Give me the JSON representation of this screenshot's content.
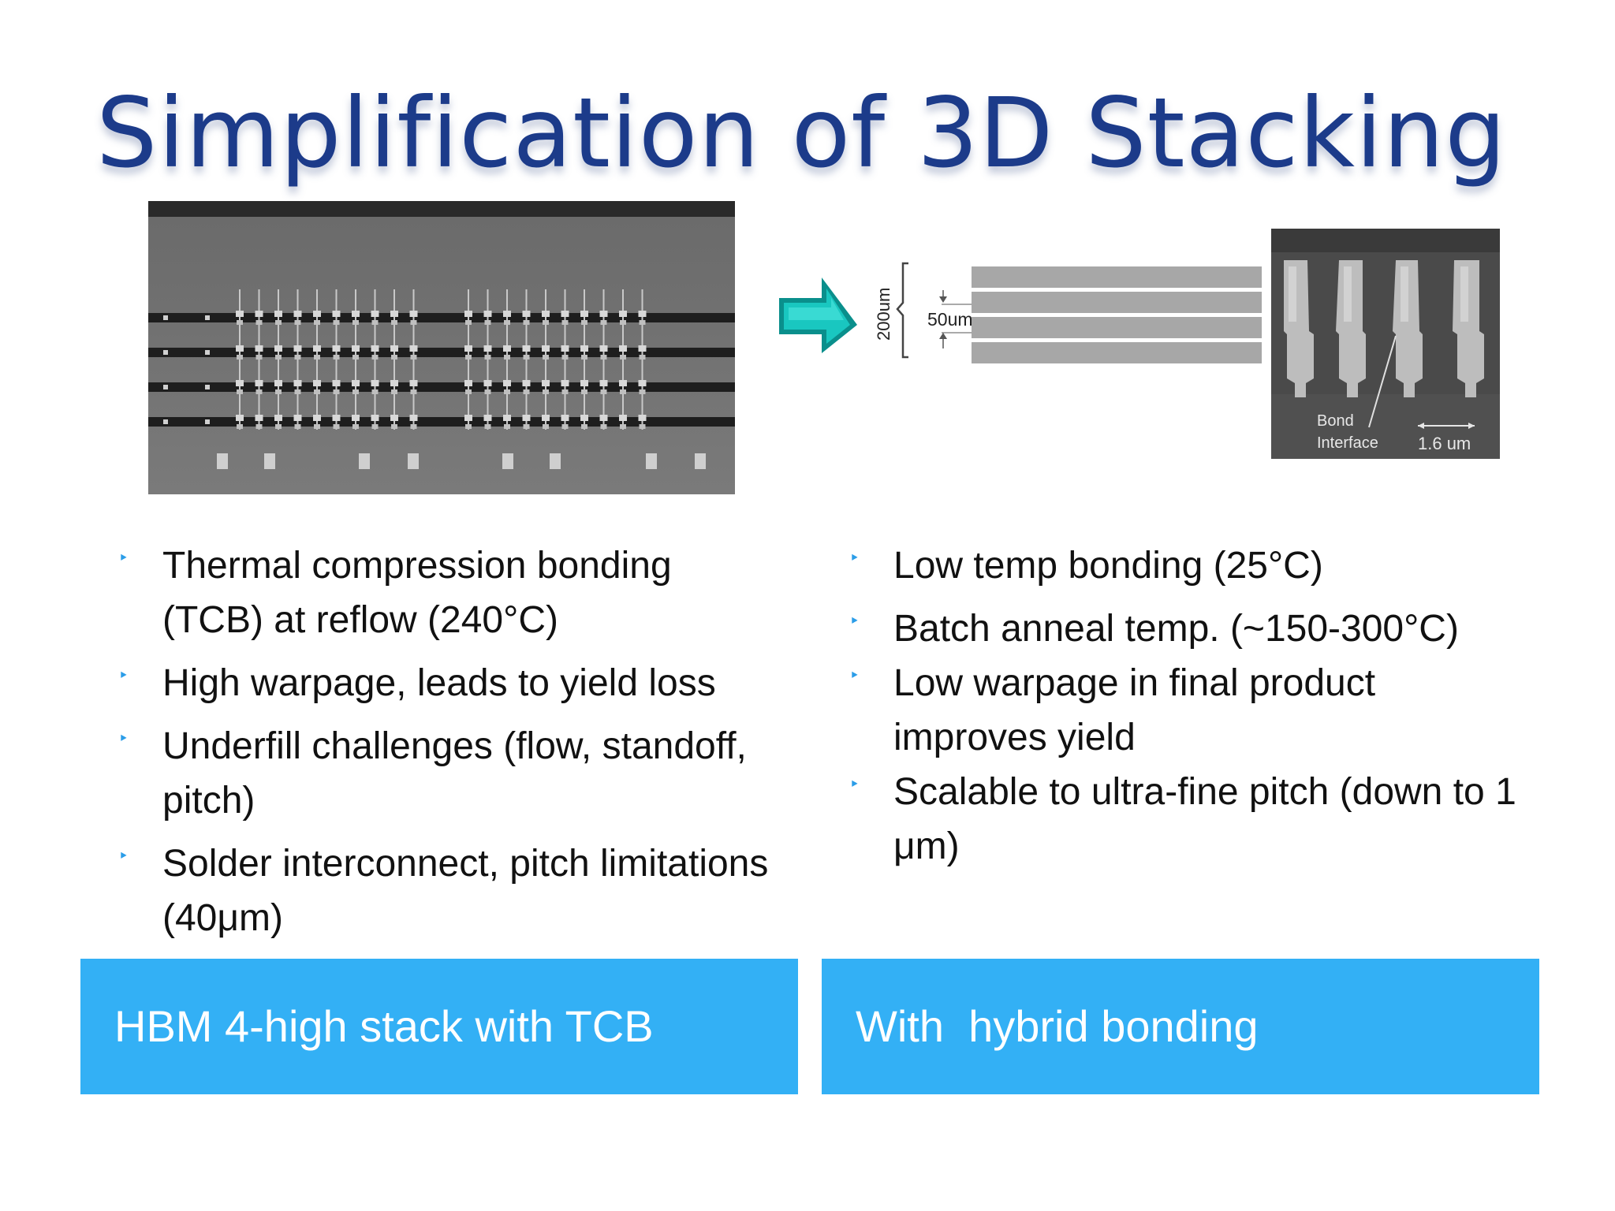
{
  "slide": {
    "title": "Simplification of 3D Stacking"
  },
  "hbm_photo": {
    "icon": "hbm-cross-section-photo"
  },
  "hybrid_diagram": {
    "arrow_icon": "teal-right-arrow-icon",
    "height_label": "200um",
    "layer_label": "50um"
  },
  "sem_photo": {
    "bond_label_line1": "Bond",
    "bond_label_line2": "Interface",
    "scale_label": "1.6 um"
  },
  "tcb_points": [
    {
      "text": "Thermal compression bonding (TCB) at reflow (240°C)"
    },
    {
      "text": "High warpage, leads to yield loss"
    },
    {
      "text": "Underfill challenges (flow, standoff, pitch)"
    },
    {
      "text": "Solder interconnect, pitch limitations (40μm)"
    }
  ],
  "hybrid_points": [
    {
      "text": "Low temp bonding (25°C)"
    },
    {
      "text": "Batch anneal temp. (~150-300°C)"
    },
    {
      "text": "Low warpage in final product improves yield"
    },
    {
      "text": "Scalable to ultra-fine pitch (down to 1 μm)"
    }
  ],
  "bullet_glyph": "‣",
  "captions": {
    "left": "HBM 4-high stack with TCB",
    "right": "With  hybrid bonding"
  },
  "colors": {
    "title": "#1c3b8a",
    "caption_bg": "#33b0f5",
    "bullet": "#2b9de8",
    "arrow": "#1db0ad"
  }
}
